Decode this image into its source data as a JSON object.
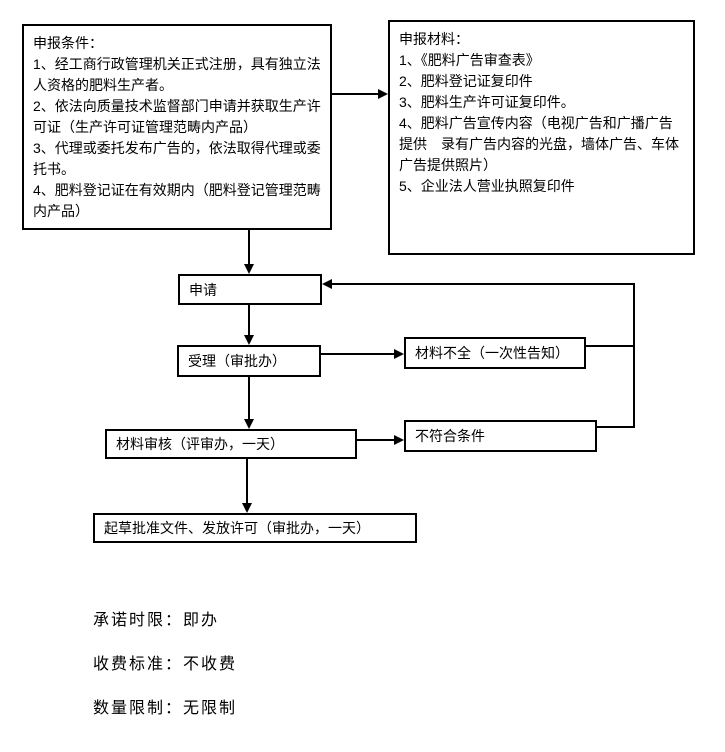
{
  "colors": {
    "line": "#000000",
    "text": "#000000",
    "box_background": "#ffffff",
    "page_background": "#ffffff"
  },
  "condition_box": {
    "title": "申报条件：",
    "items": [
      "1、经工商行政管理机关正式注册，具有独立法人资格的肥料生产者。",
      "2、依法向质量技术监督部门申请并获取生产许可证（生产许可证管理范畴内产品）",
      "3、代理或委托发布广告的，依法取得代理或委托书。",
      "4、肥料登记证在有效期内（肥料登记管理范畴内产品）"
    ]
  },
  "materials_box": {
    "title": "申报材料：",
    "items": [
      "1、《肥料广告审查表》",
      "2、肥料登记证复印件",
      "3、肥料生产许可证复印件。",
      "4、肥料广告宣传内容（电视广告和广播广告提供　录有广告内容的光盘，墙体广告、车体广告提供照片）",
      "5、企业法人营业执照复印件"
    ]
  },
  "flow": {
    "apply": "申请",
    "accept": "受理（审批办）",
    "incomplete": "材料不全（一次性告知）",
    "review": "材料审核（评审办，一天）",
    "not_qualified": "不符合条件",
    "draft": "起草批准文件、发放许可（审批办，一天）"
  },
  "footer": {
    "commitment": "承诺时限：即办",
    "fee": "收费标准：不收费",
    "quantity": "数量限制：无限制"
  }
}
